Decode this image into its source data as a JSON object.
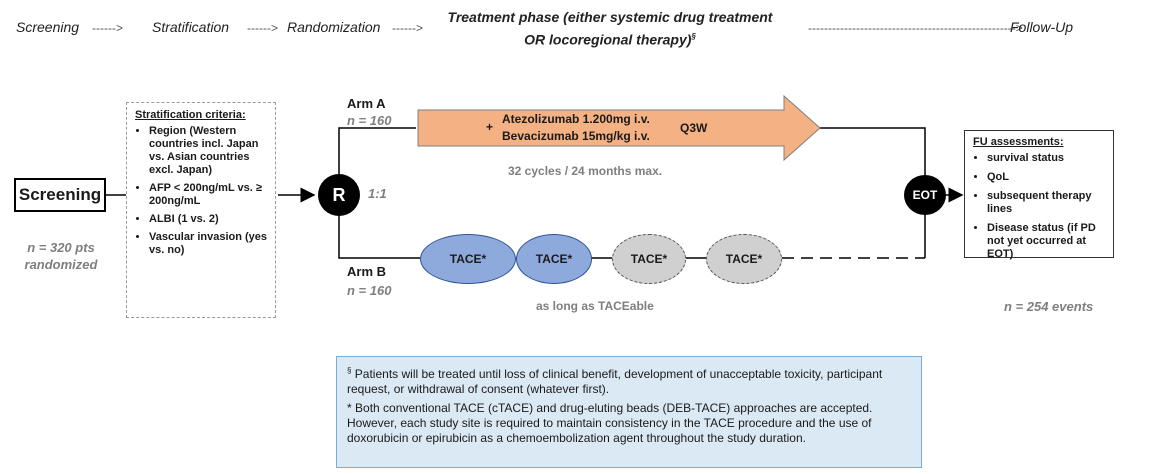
{
  "phases": {
    "screening": "Screening",
    "stratification": "Stratification",
    "randomization": "Randomization",
    "treatment_line1": "Treatment phase (either systemic drug treatment",
    "treatment_line2": "OR locoregional therapy)",
    "treatment_mark": "§",
    "followup": "Follow-Up",
    "arrow_short": "------>",
    "arrow_long": "---------------------------------------------------->"
  },
  "screening_box": {
    "label": "Screening",
    "n_line1": "n = 320 pts",
    "n_line2": "randomized"
  },
  "stratification": {
    "heading": "Stratification criteria:",
    "items": [
      "Region (Western countries incl. Japan vs. Asian countries excl. Japan)",
      "AFP < 200ng/mL vs. ≥ 200ng/mL",
      "ALBI (1 vs. 2)",
      "Vascular invasion (yes vs. no)"
    ]
  },
  "randomization": {
    "symbol": "R",
    "ratio": "1:1"
  },
  "arm_a": {
    "label": "Arm A",
    "n": "n = 160",
    "plus": "+",
    "drug1": "Atezolizumab 1.200mg i.v.",
    "drug2": "Bevacizumab 15mg/kg i.v.",
    "schedule": "Q3W",
    "duration": "32 cycles / 24 months max.",
    "arrow_color": "#f4b183"
  },
  "arm_b": {
    "label": "Arm B",
    "n": "n = 160",
    "tace_label": "TACE*",
    "duration": "as long as TACEable"
  },
  "eot": {
    "label": "EOT"
  },
  "fu": {
    "heading": "FU assessments:",
    "items": [
      "survival status",
      "QoL",
      "subsequent therapy lines",
      "Disease status (if PD not yet occurred at EOT)"
    ],
    "events": "n = 254 events"
  },
  "notes": {
    "note1_mark": "§",
    "note1": "Patients will be treated until loss of clinical benefit, development of unacceptable toxicity, participant request, or withdrawal of consent (whatever first).",
    "note2_mark": "*",
    "note2": "Both conventional TACE (cTACE) and drug-eluting beads (DEB-TACE) approaches are accepted. However, each study site is required to maintain consistency in the TACE procedure and the use of doxorubicin or epirubicin as a chemoembolization agent throughout the study duration."
  }
}
